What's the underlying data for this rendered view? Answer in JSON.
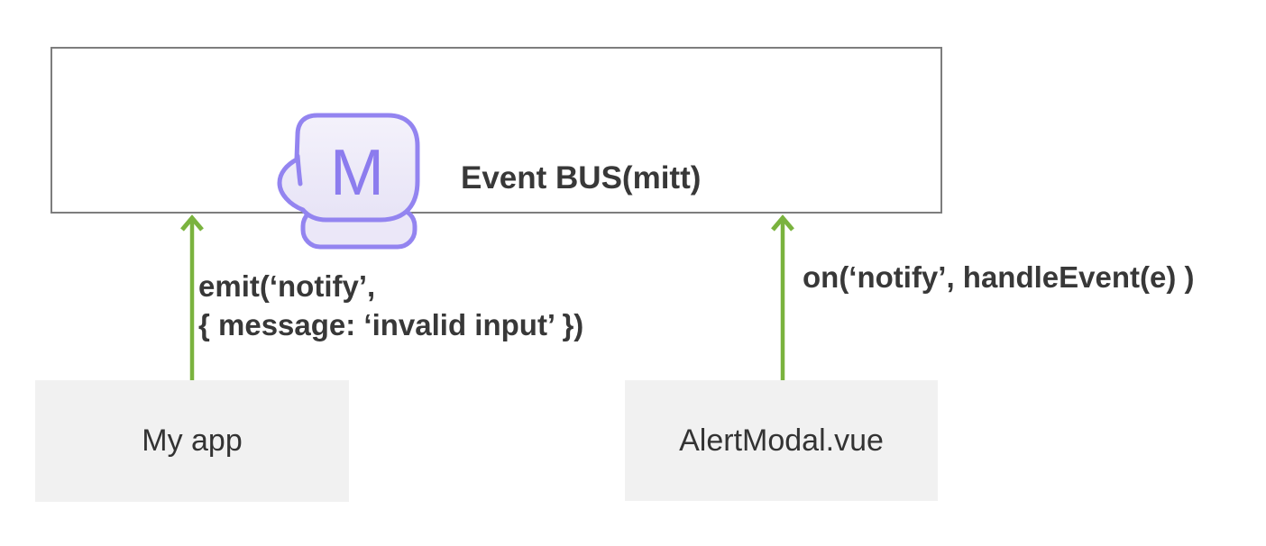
{
  "diagram": {
    "event_bus": {
      "title": "Event BUS(mitt)",
      "logo_letter": "M"
    },
    "emit_flow": {
      "label_line1": "emit(‘notify’,",
      "label_line2": "{ message: ‘invalid input’ })"
    },
    "on_flow": {
      "label": "on(‘notify’, handleEvent(e) )"
    },
    "nodes": {
      "my_app": "My app",
      "alert_modal": "AlertModal.vue"
    },
    "colors": {
      "arrow_green": "#7ab33e",
      "logo_purple": "#9384f0",
      "logo_letter_purple": "#8c7cee",
      "box_border_gray": "#7d7d7d",
      "node_fill_gray": "#f1f1f1",
      "text_dark": "#383838"
    }
  }
}
